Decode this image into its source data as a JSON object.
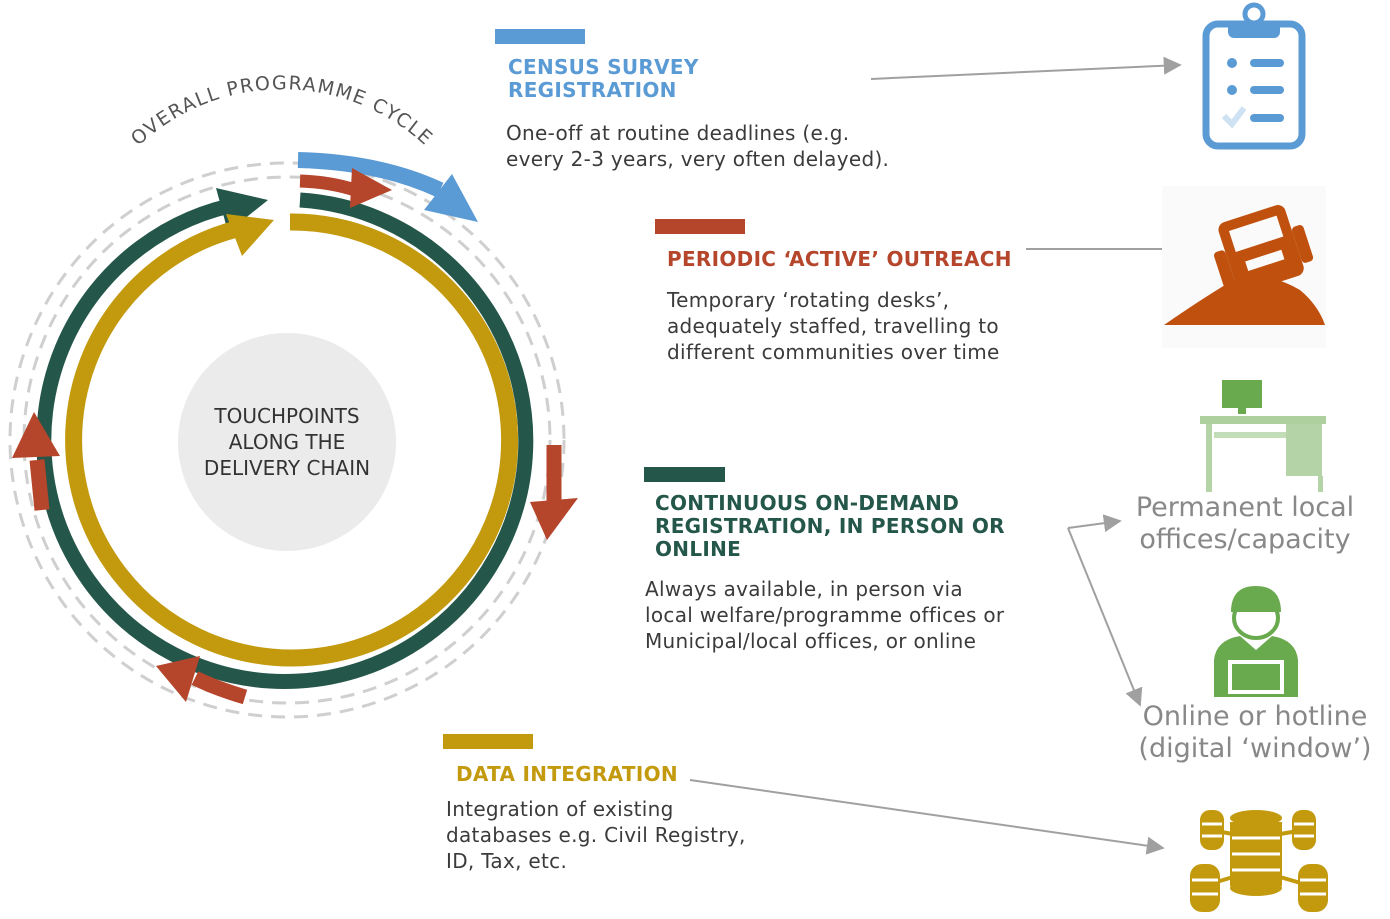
{
  "cycle": {
    "label": "OVERALL PROGRAMME CYCLE",
    "center_text": "TOUCHPOINTS ALONG THE DELIVERY CHAIN"
  },
  "colors": {
    "census": "#5b9bd5",
    "outreach": "#b5452b",
    "continuous": "#24574a",
    "data": "#c39a0d",
    "outreach_icon": "#c0500e",
    "office_icon": "#6aaa4f",
    "dashed_ring": "#cfcfcf",
    "arrow_line": "#a0a0a0"
  },
  "sections": {
    "census": {
      "title": "CENSUS SURVEY REGISTRATION",
      "title_line1": "CENSUS SURVEY",
      "title_line2": "REGISTRATION",
      "desc_line1": "One-off at routine deadlines (e.g.",
      "desc_line2": "every 2-3 years, very often delayed)."
    },
    "outreach": {
      "title": "PERIODIC ‘ACTIVE’ OUTREACH",
      "desc_line1": "Temporary ‘rotating desks’,",
      "desc_line2": "adequately staffed, travelling to",
      "desc_line3": "different communities over time"
    },
    "continuous": {
      "title_line1": "CONTINUOUS ON-DEMAND",
      "title_line2": "REGISTRATION, IN PERSON OR",
      "title_line3": "ONLINE",
      "desc_line1": "Always available, in person via",
      "desc_line2": "local welfare/programme offices or",
      "desc_line3": "Municipal/local offices, or online"
    },
    "data": {
      "title": "DATA INTEGRATION",
      "desc_line1": "Integration of existing",
      "desc_line2": "databases e.g. Civil Registry,",
      "desc_line3": "ID, Tax, etc."
    }
  },
  "icons": {
    "census_icon": "clipboard-checklist-icon",
    "outreach_icon": "off-road-vehicle-icon",
    "office_icon": "office-desk-computer-icon",
    "online_icon": "person-laptop-icon",
    "data_icon": "database-network-icon"
  },
  "icon_labels": {
    "office_line1": "Permanent local",
    "office_line2": "offices/capacity",
    "online_line1": "Online or hotline",
    "online_line2": "(digital ‘window’)"
  }
}
